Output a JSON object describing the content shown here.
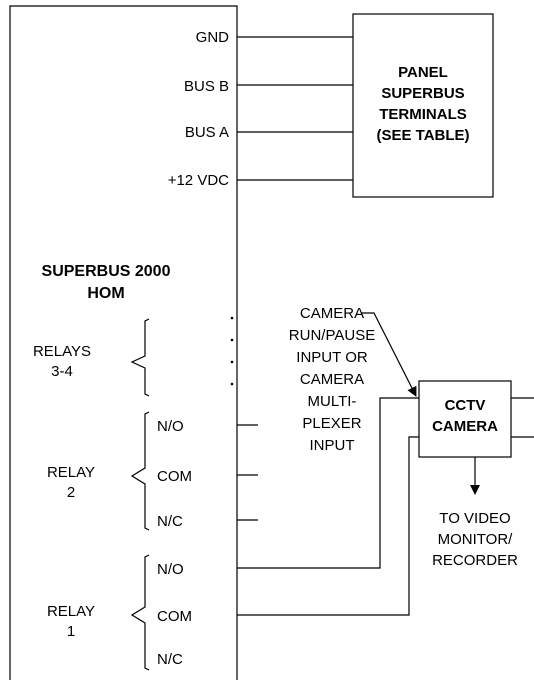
{
  "hom": {
    "title_line1": "SUPERBUS 2000",
    "title_line2": "HOM",
    "terminals": [
      "GND",
      "BUS B",
      "BUS A",
      "+12 VDC"
    ],
    "relays_3_4": {
      "line1": "RELAYS",
      "line2": "3-4"
    },
    "relay2": {
      "line1": "RELAY",
      "line2": "2",
      "terminals": [
        "N/O",
        "COM",
        "N/C"
      ]
    },
    "relay1": {
      "line1": "RELAY",
      "line2": "1",
      "terminals": [
        "N/O",
        "COM",
        "N/C"
      ]
    }
  },
  "panel": {
    "lines": [
      "PANEL",
      "SUPERBUS",
      "TERMINALS",
      "(SEE TABLE)"
    ]
  },
  "camera_input_note": {
    "lines": [
      "CAMERA",
      "RUN/PAUSE",
      "INPUT OR",
      "CAMERA",
      "MULTI-",
      "PLEXER",
      "INPUT"
    ]
  },
  "cctv": {
    "lines": [
      "CCTV",
      "CAMERA"
    ]
  },
  "video_out": {
    "lines": [
      "TO VIDEO",
      "MONITOR/",
      "RECORDER"
    ]
  }
}
